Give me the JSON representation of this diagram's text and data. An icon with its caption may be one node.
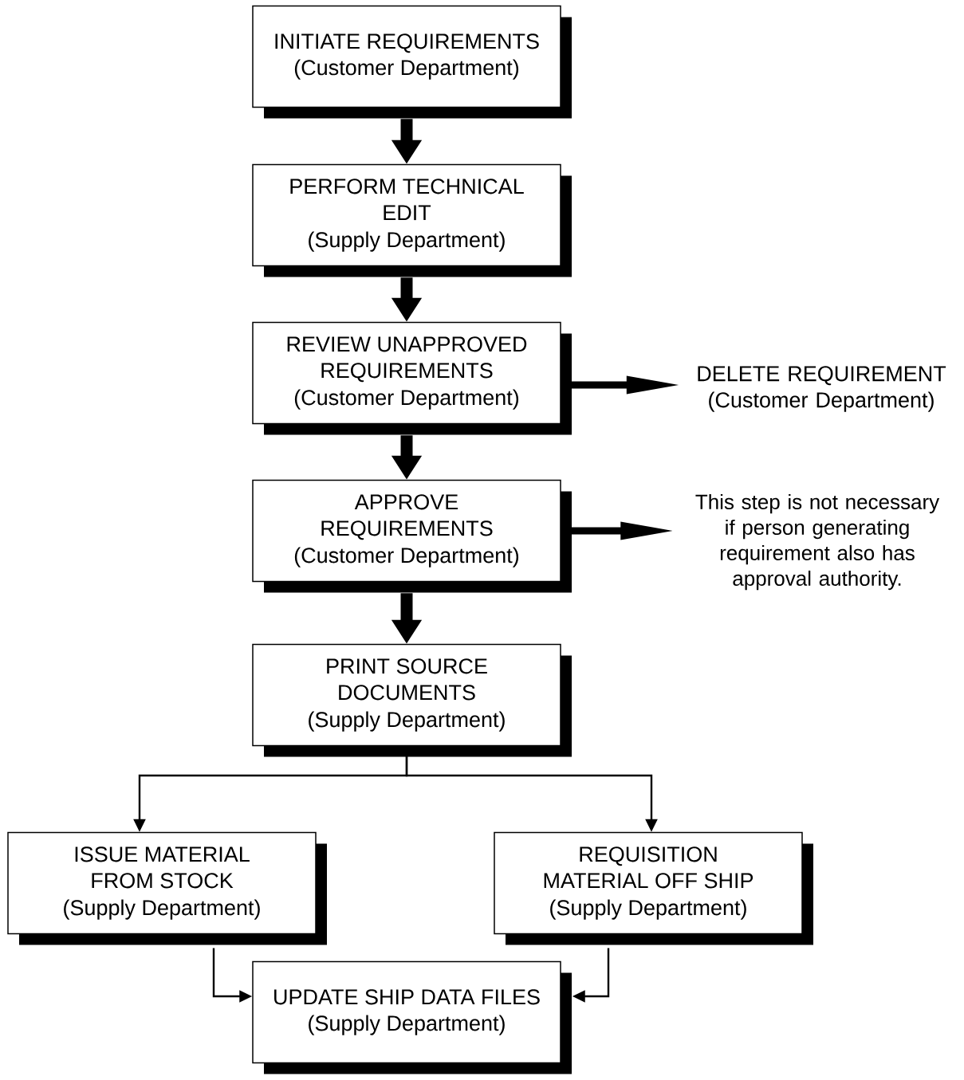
{
  "diagram": {
    "nodes": [
      {
        "text": [
          "INITIATE REQUIREMENTS",
          "(Customer Department)"
        ]
      },
      {
        "text": [
          "PERFORM TECHNICAL EDIT",
          "(Supply Department)"
        ]
      },
      {
        "text": [
          "REVIEW UNAPPROVED REQUIREMENTS",
          "(Customer Department)"
        ]
      },
      {
        "text": [
          "DELETE REQUIREMENT",
          "(Customer Department)"
        ]
      },
      {
        "text": [
          "APPROVE REQUIREMENTS",
          "(Customer Department)"
        ]
      },
      {
        "text": [
          "This step is not necessary if person generating requirement also has approval authority."
        ]
      },
      {
        "text": [
          "PRINT SOURCE DOCUMENTS",
          "(Supply Department)"
        ]
      },
      {
        "text": [
          "ISSUE MATERIAL FROM STOCK",
          "(Supply Department)"
        ]
      },
      {
        "text": [
          "REQUISITION MATERIAL OFF SHIP",
          "(Supply Department)"
        ]
      },
      {
        "text": [
          "UPDATE SHIP DATA FILES",
          "(Supply Department)"
        ]
      }
    ],
    "edges": [
      {
        "from": 0,
        "to": 1,
        "arrow": "to"
      },
      {
        "from": 1,
        "to": 2,
        "arrow": "to"
      },
      {
        "from": 2,
        "to": 3,
        "arrow": "to"
      },
      {
        "from": 2,
        "to": 4,
        "arrow": "to"
      },
      {
        "from": 4,
        "to": 5,
        "arrow": "to"
      },
      {
        "from": 4,
        "to": 6,
        "arrow": "to"
      },
      {
        "from": 6,
        "to": 7,
        "arrow": "to"
      },
      {
        "from": 6,
        "to": 8,
        "arrow": "to"
      },
      {
        "from": 7,
        "to": 9,
        "arrow": "to"
      },
      {
        "from": 8,
        "to": 9,
        "arrow": "to"
      }
    ]
  }
}
